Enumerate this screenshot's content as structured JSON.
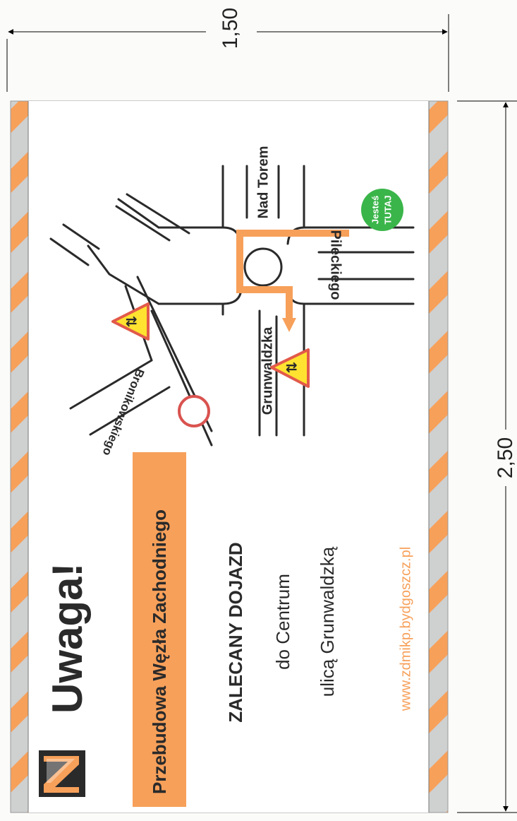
{
  "dimensions": {
    "width_label": "1,50",
    "height_label": "2,50"
  },
  "sign": {
    "title": "Uwaga!",
    "subtitle": "Przebudowa Węzła Zachodniego",
    "instruction_lines": [
      "ZALECANY DOJAZD",
      "do Centrum",
      "ulicą Grunwaldzką"
    ],
    "website": "www.zdmikp.bydgoszcz.pl",
    "logo_text": "Z",
    "you_are_here": [
      "Jesteś",
      "TUTAJ"
    ],
    "streets": {
      "nad_torem": "Nad Torem",
      "pileckiego": "Pileckiego",
      "grunwaldzka": "Grunwaldzka",
      "bronikowskiego": "Bronikowskiego"
    }
  },
  "colors": {
    "orange": "#f7a05a",
    "stripe_grey": "#cfd0d0",
    "sign_white": "#ffffff",
    "text_dark": "#2a2a2a",
    "green": "#3ab54a",
    "warning_yellow": "#ffe330",
    "warning_red": "#e25a4a",
    "no_entry_red": "#d9534f"
  }
}
